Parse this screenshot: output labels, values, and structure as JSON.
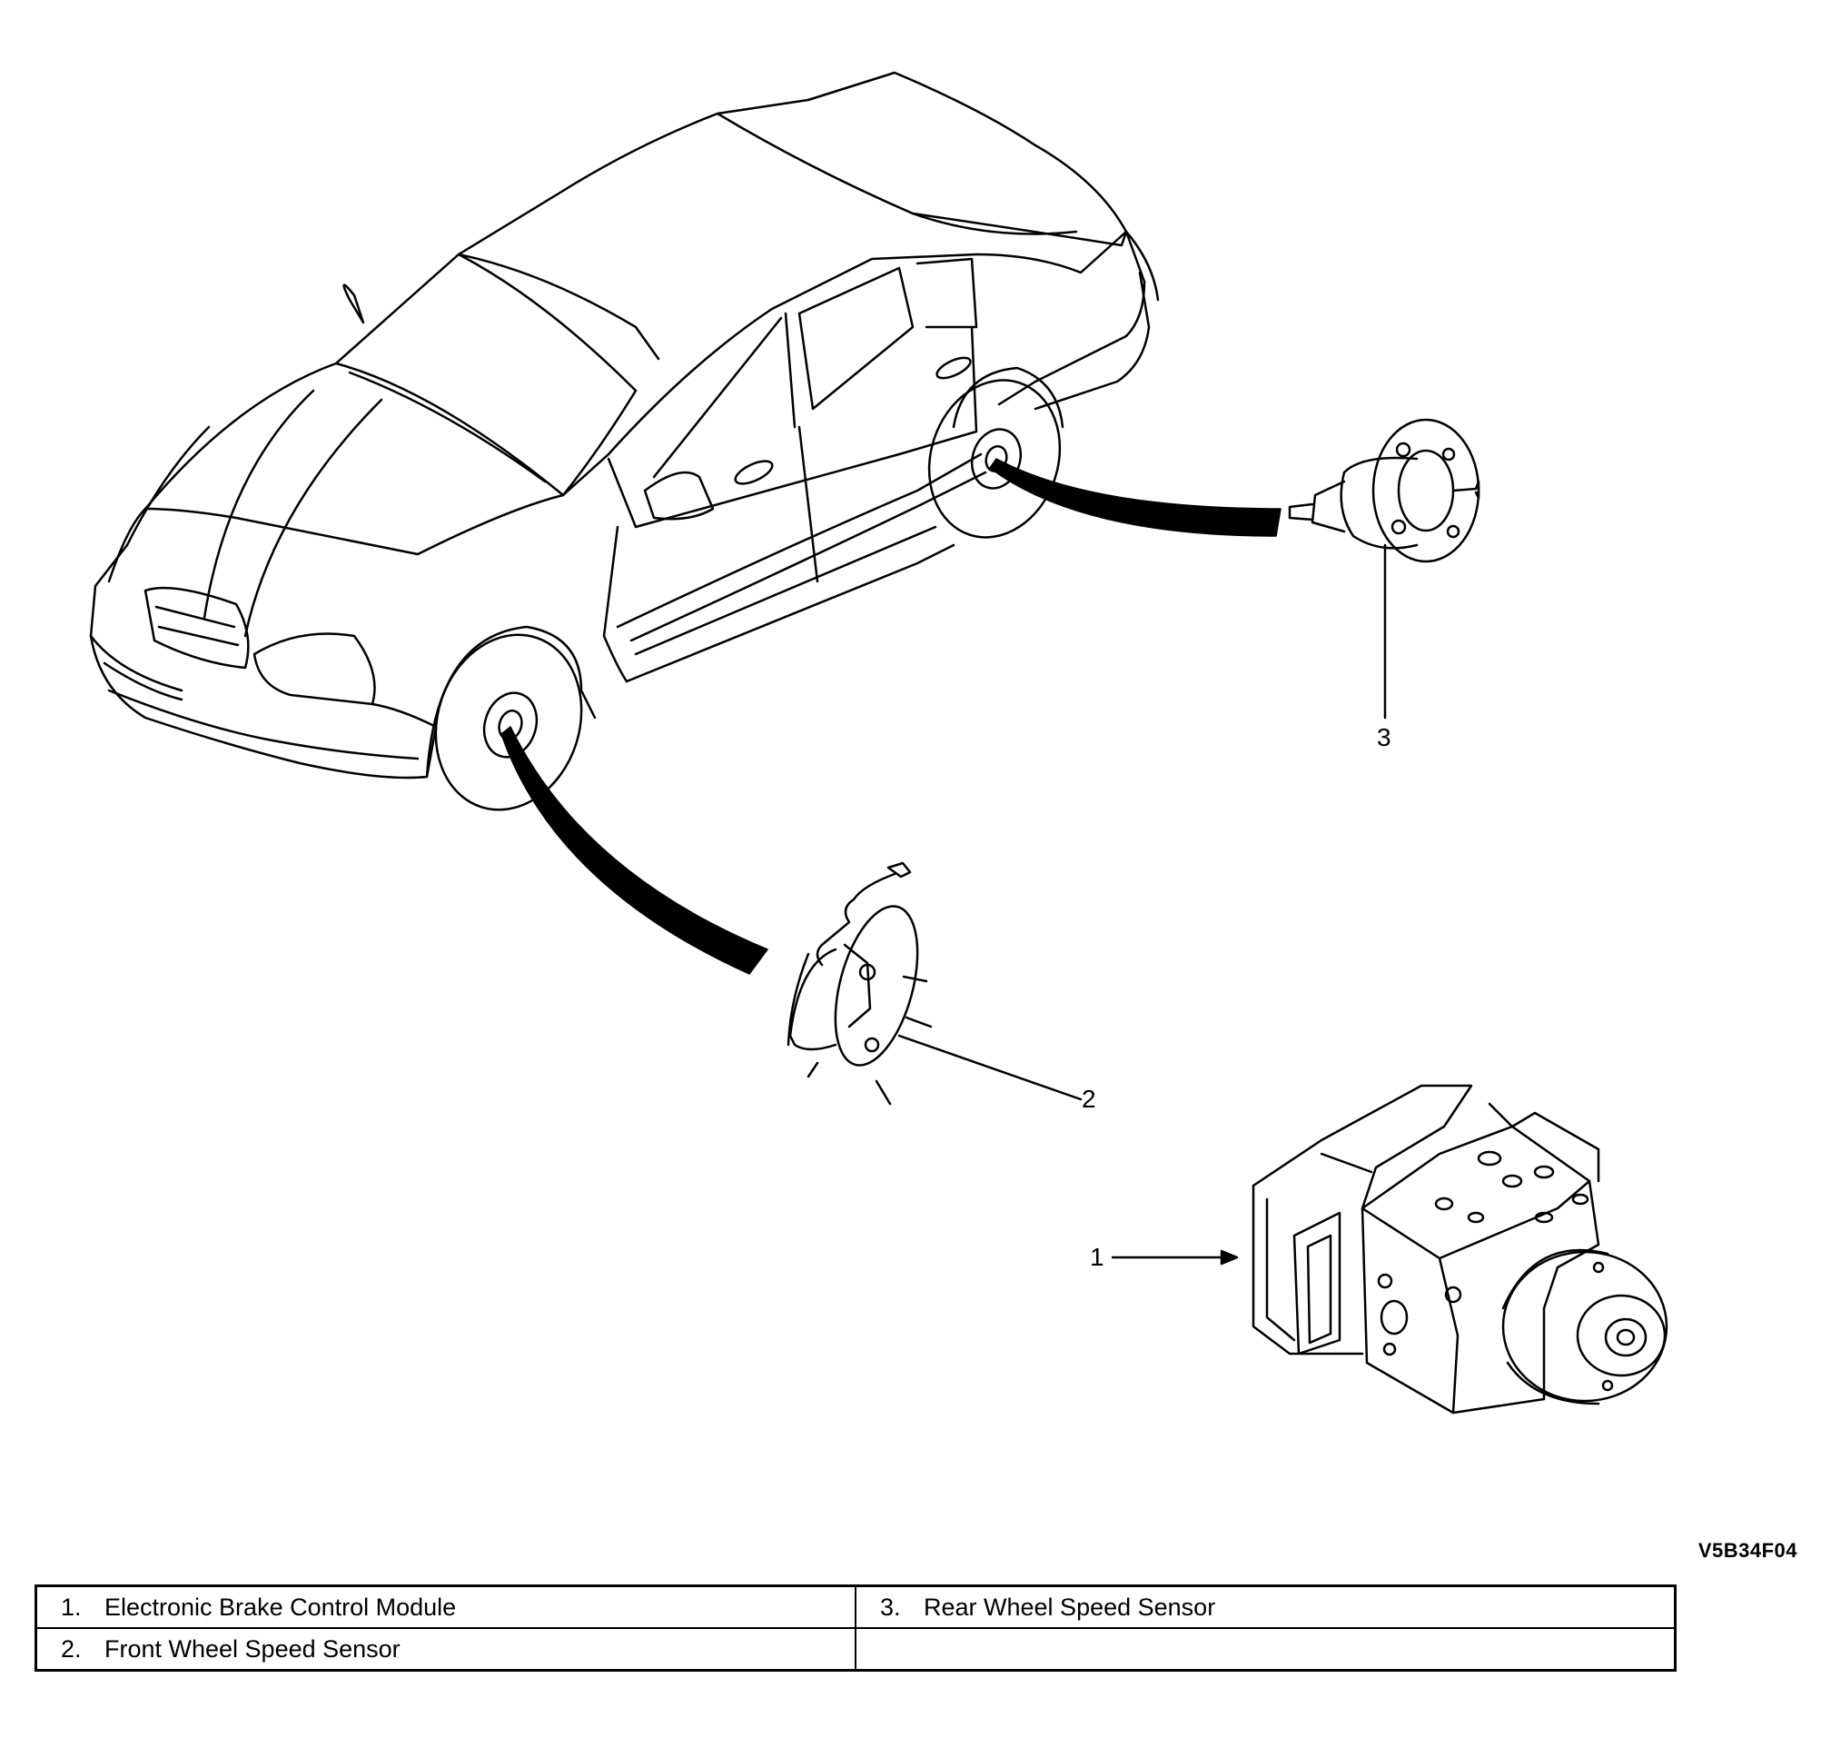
{
  "figure_code": "V5B34F04",
  "callouts": [
    "1",
    "2",
    "3"
  ],
  "legend": [
    [
      {
        "num": "1.",
        "text": "Electronic Brake Control Module"
      },
      {
        "num": "3.",
        "text": "Rear Wheel Speed Sensor"
      }
    ],
    [
      {
        "num": "2.",
        "text": "Front Wheel Speed Sensor"
      },
      {
        "num": "",
        "text": ""
      }
    ]
  ],
  "colors": {
    "line": "#000000",
    "background": "#ffffff"
  },
  "icons": [
    "car-illustration",
    "rear-hub-sensor-illustration",
    "front-hub-sensor-illustration",
    "brake-control-module-illustration"
  ]
}
